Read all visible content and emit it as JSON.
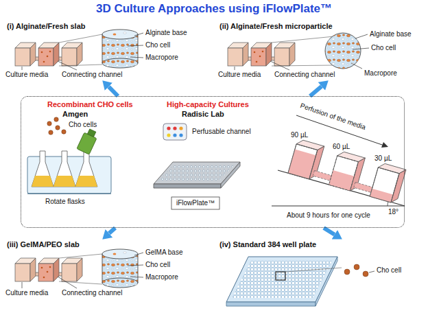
{
  "diagram": {
    "title": "3D Culture Approaches using iFlowPlate™",
    "nodes": [
      {
        "text": [
          "(i) Alginate/Fresh slab"
        ]
      },
      {
        "text": [
          "(ii) Alginate/Fresh microparticle"
        ]
      },
      {
        "text": [
          "Recombinant CHO cells",
          "Amgen",
          "High-capacity Cultures",
          "Radisic Lab"
        ]
      },
      {
        "text": [
          "(iii) GelMA/PEO slab"
        ]
      },
      {
        "text": [
          "(iv) Standard 384 well plate"
        ]
      }
    ],
    "edges": [
      {
        "from": 2,
        "to": 0,
        "arrow": "to"
      },
      {
        "from": 2,
        "to": 1,
        "arrow": "to"
      },
      {
        "from": 2,
        "to": 3,
        "arrow": "to"
      },
      {
        "from": 2,
        "to": 4,
        "arrow": "to"
      }
    ],
    "labels": [
      "Alginate base",
      "Cho cell",
      "Macropore",
      "Culture media",
      "Connecting channel",
      "Alginate base",
      "Cho cell",
      "Macropore",
      "Culture media",
      "Connecting channel",
      "Cho cells",
      "Rotate flasks",
      "Perfusable channel",
      "iFlowPlate™",
      "Perfusion of the media",
      "90 µL",
      "60 µL",
      "30 µL",
      "18°",
      "About 9 hours for one cycle",
      "GelMA base",
      "Cho cell",
      "Macropore",
      "Culture media",
      "Connecting channel",
      "Cho cell"
    ]
  }
}
